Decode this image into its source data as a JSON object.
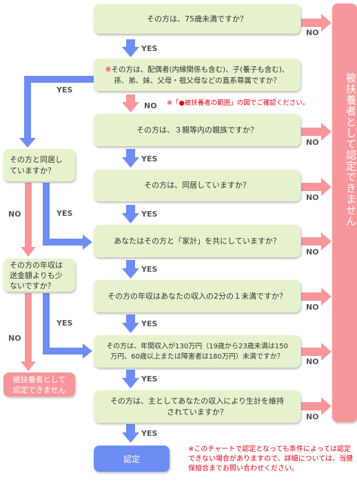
{
  "colors": {
    "box_fill": "#e6f2cd",
    "yes_arrow": "#6d8df5",
    "no_arrow": "#f7969a",
    "note_red": "#e60012"
  },
  "q1": "その方は、75歳未満ですか？",
  "q2": {
    "asterisk": "※",
    "line1": "その方は、配偶者(内縁関係も含む)、子(養子も含む)、",
    "line2": "孫、弟、妹、父母・祖父母などの直系尊属ですか？"
  },
  "note_ref": "※「●被扶養者の範囲」の図でご確認ください。",
  "q3": "その方は、３親等内の親族ですか？",
  "q4": "その方は、同居していますか？",
  "q5": "あなたはその方と「家計」を共にしていますか？",
  "q6": "その方の年収はあなたの収入の2分の１未満ですか？",
  "q7": {
    "line1": "その方は、年間収入が130万円（19歳から23歳未満は150",
    "line2": "万円、60歳以上または障害者は180万円）未満ですか？"
  },
  "q8": {
    "line1": "その方は、主としてあなたの収入により生計を維持",
    "line2": "されていますか？"
  },
  "left_q1": {
    "line1": "その方と同居し",
    "line2": "ていますか？"
  },
  "left_q2": {
    "line1": "その方の年収は",
    "line2": "送金額よりも少",
    "line3": "ないですか？"
  },
  "labels": {
    "yes": "YES",
    "no": "NO"
  },
  "side_result": "被扶養者として認定できません",
  "left_result": {
    "line1": "被扶養者として",
    "line2": "認定できません"
  },
  "final": "認定",
  "footnote": "※このチャートで認定となっても条件によっては認定できない場合がありますので、詳細については、当健保組合までお問い合わせください。"
}
